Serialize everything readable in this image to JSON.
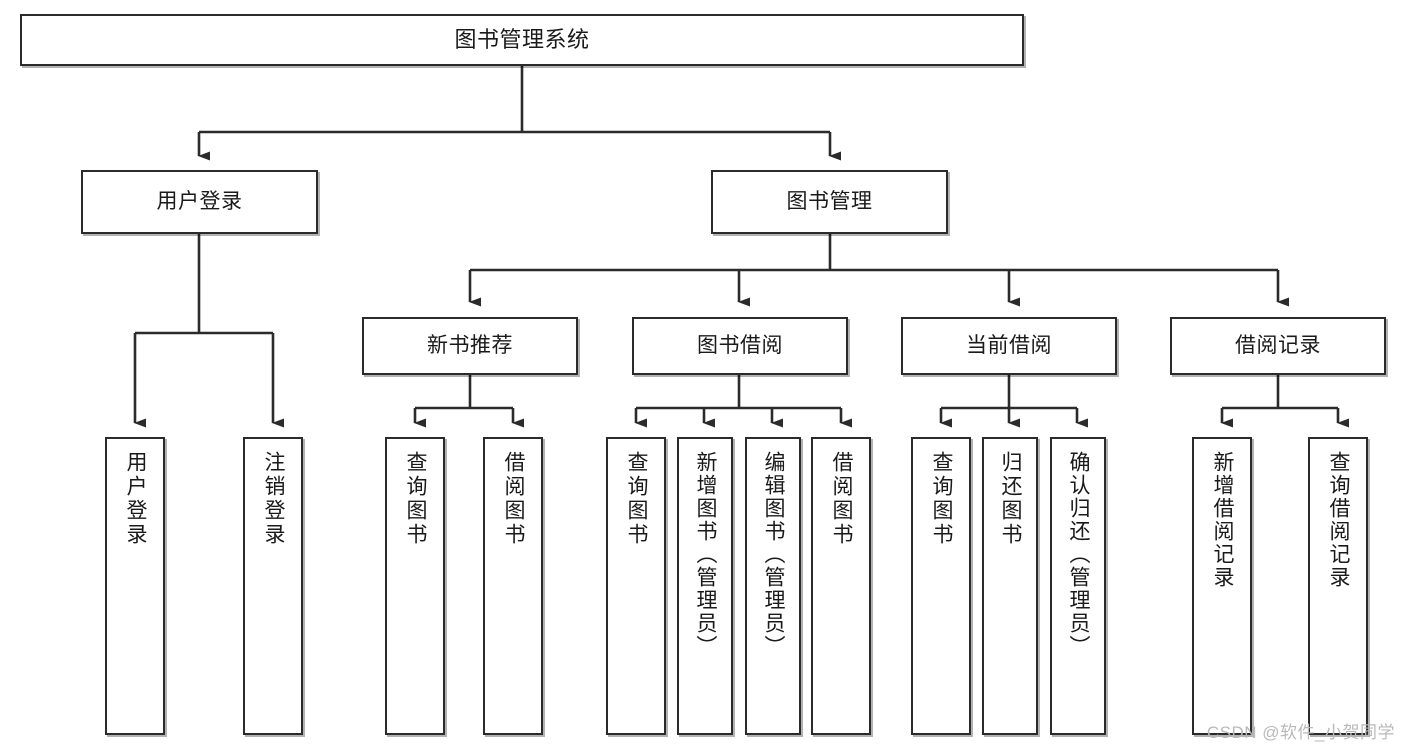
{
  "diagram": {
    "title": "图书管理系统",
    "watermark": "CSDN @软件_小贺同学",
    "type": "tree-hierarchy",
    "colors": {
      "stroke": "#2b2b2b",
      "fill": "#ffffff",
      "text": "#1a1a1a",
      "watermark": "#b9b9b9"
    },
    "nodes": {
      "root": {
        "label": "图书管理系统"
      },
      "level2": [
        {
          "label": "用户登录"
        },
        {
          "label": "图书管理"
        }
      ],
      "level3": [
        {
          "label": "新书推荐"
        },
        {
          "label": "图书借阅"
        },
        {
          "label": "当前借阅"
        },
        {
          "label": "借阅记录"
        }
      ],
      "leaves": {
        "user_login": [
          {
            "label": "用户登录"
          },
          {
            "label": "注销登录"
          }
        ],
        "new_book": [
          {
            "label": "查询图书"
          },
          {
            "label": "借阅图书"
          }
        ],
        "book_borrow": [
          {
            "label": "查询图书"
          },
          {
            "label": "新增图书（管理员）"
          },
          {
            "label": "编辑图书（管理员）"
          },
          {
            "label": "借阅图书"
          }
        ],
        "current_borrow": [
          {
            "label": "查询图书"
          },
          {
            "label": "归还图书"
          },
          {
            "label": "确认归还（管理员）"
          }
        ],
        "borrow_record": [
          {
            "label": "新增借阅记录"
          },
          {
            "label": "查询借阅记录"
          }
        ]
      }
    },
    "edges": [
      {
        "from": "图书管理系统",
        "to": "用户登录"
      },
      {
        "from": "图书管理系统",
        "to": "图书管理"
      },
      {
        "from": "用户登录",
        "to": "用户登录"
      },
      {
        "from": "用户登录",
        "to": "注销登录"
      },
      {
        "from": "图书管理",
        "to": "新书推荐"
      },
      {
        "from": "图书管理",
        "to": "图书借阅"
      },
      {
        "from": "图书管理",
        "to": "当前借阅"
      },
      {
        "from": "图书管理",
        "to": "借阅记录"
      },
      {
        "from": "新书推荐",
        "to": "查询图书"
      },
      {
        "from": "新书推荐",
        "to": "借阅图书"
      },
      {
        "from": "图书借阅",
        "to": "查询图书"
      },
      {
        "from": "图书借阅",
        "to": "新增图书（管理员）"
      },
      {
        "from": "图书借阅",
        "to": "编辑图书（管理员）"
      },
      {
        "from": "图书借阅",
        "to": "借阅图书"
      },
      {
        "from": "当前借阅",
        "to": "查询图书"
      },
      {
        "from": "当前借阅",
        "to": "归还图书"
      },
      {
        "from": "当前借阅",
        "to": "确认归还（管理员）"
      },
      {
        "from": "借阅记录",
        "to": "新增借阅记录"
      },
      {
        "from": "借阅记录",
        "to": "查询借阅记录"
      }
    ]
  }
}
